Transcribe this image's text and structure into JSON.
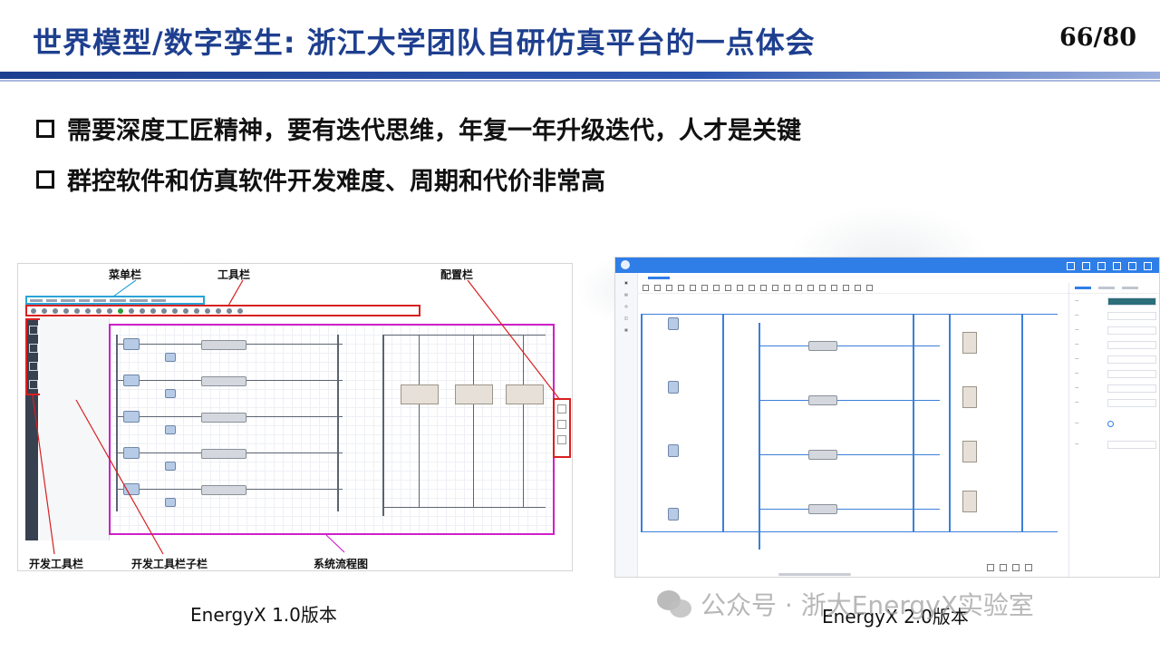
{
  "slide": {
    "title": "世界模型/数字孪生: 浙江大学团队自研仿真平台的一点体会",
    "page_number": "66/80",
    "colors": {
      "title": "#1e3f8f",
      "rule": "#1e3f8f"
    }
  },
  "bullets": [
    "需要深度工匠精神，要有迭代思维，年复一年升级迭代，人才是关键",
    "群控软件和仿真软件开发难度、周期和代价非常高"
  ],
  "figure_left": {
    "annotations": {
      "menubar": "菜单栏",
      "toolbar": "工具栏",
      "configbar": "配置栏",
      "devtools": "开发工具栏",
      "devtools_sub": "开发工具栏子栏",
      "flowchart": "系统流程图"
    },
    "caption": "EnergyX 1.0版本",
    "colors": {
      "menubar_box": "#2aa4d8",
      "toolbar_box": "#d82020",
      "canvas_box": "#d020c8"
    }
  },
  "figure_right": {
    "caption": "EnergyX 2.0版本",
    "accent": "#2f7ee8"
  },
  "watermark": {
    "text": "公众号 · 浙大EnergyX实验室",
    "icon": "wechat-icon"
  }
}
